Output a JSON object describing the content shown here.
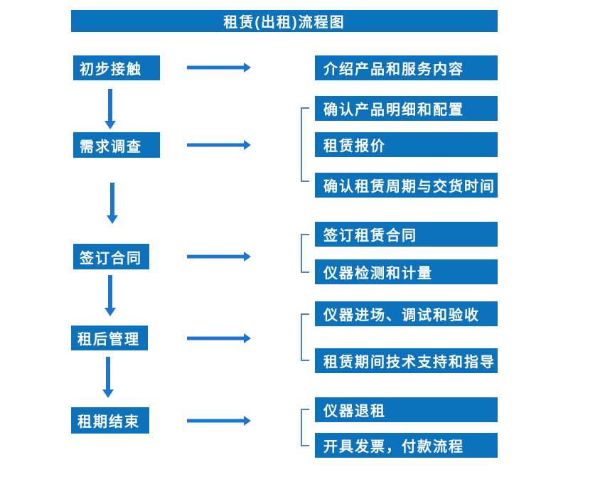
{
  "title": "租赁(出租)流程图",
  "colors": {
    "box_blue": "#0d72bc",
    "arrow_blue": "#1b75d2",
    "bracket_blue": "#2e75b6",
    "text_white": "#ffffff",
    "background": "#ffffff"
  },
  "steps": [
    {
      "label": "初步接触",
      "details": [
        "介绍产品和服务内容"
      ]
    },
    {
      "label": "需求调查",
      "details": [
        "确认产品明细和配置",
        "租赁报价",
        "确认租赁周期与交货时间"
      ]
    },
    {
      "label": "签订合同",
      "details": [
        "签订租赁合同",
        "仪器检测和计量"
      ]
    },
    {
      "label": "租后管理",
      "details": [
        "仪器进场、调试和验收",
        "租赁期间技术支持和指导"
      ]
    },
    {
      "label": "租期结束",
      "details": [
        "仪器退租",
        "开具发票，付款流程"
      ]
    }
  ]
}
